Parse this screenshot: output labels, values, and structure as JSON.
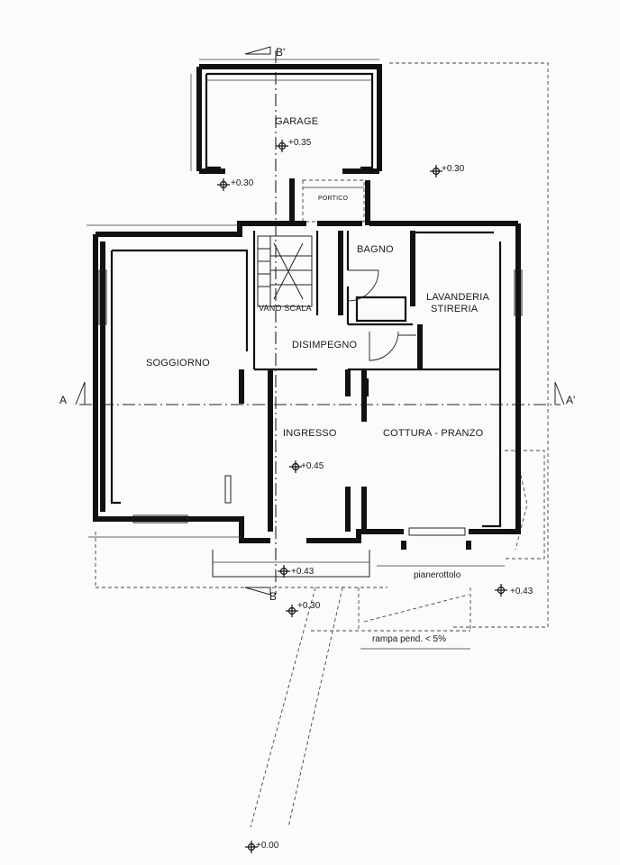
{
  "rooms": {
    "garage": "GARAGE",
    "bagno": "BAGNO",
    "portico": "PORTICO",
    "vano_scala": "VANO SCALA",
    "lavanderia": "LAVANDERIA",
    "stireria": "STIRERIA",
    "disimpegno": "DISIMPEGNO",
    "soggiorno": "SOGGIORNO",
    "ingresso": "INGRESSO",
    "cottura_pranzo": "COTTURA - PRANZO"
  },
  "elevations": {
    "garage": "+0.35",
    "garden_top": "+0.30",
    "portico_side": "+0.30",
    "ingresso": "+0.45",
    "landing": "+0.43",
    "landing_right": "+0.43",
    "path": "+0.30",
    "street": "+0.00"
  },
  "notes": {
    "pianerottolo": "pianerottolo",
    "rampa": "rampa pend. < 5%"
  },
  "sections": {
    "a_left": "A",
    "a_right": "A'",
    "b_top": "B'",
    "b_bottom": "B"
  },
  "icons": [
    "elevation-marker-icon",
    "door-swing-icon",
    "stair-icon",
    "section-arrow-icon"
  ]
}
